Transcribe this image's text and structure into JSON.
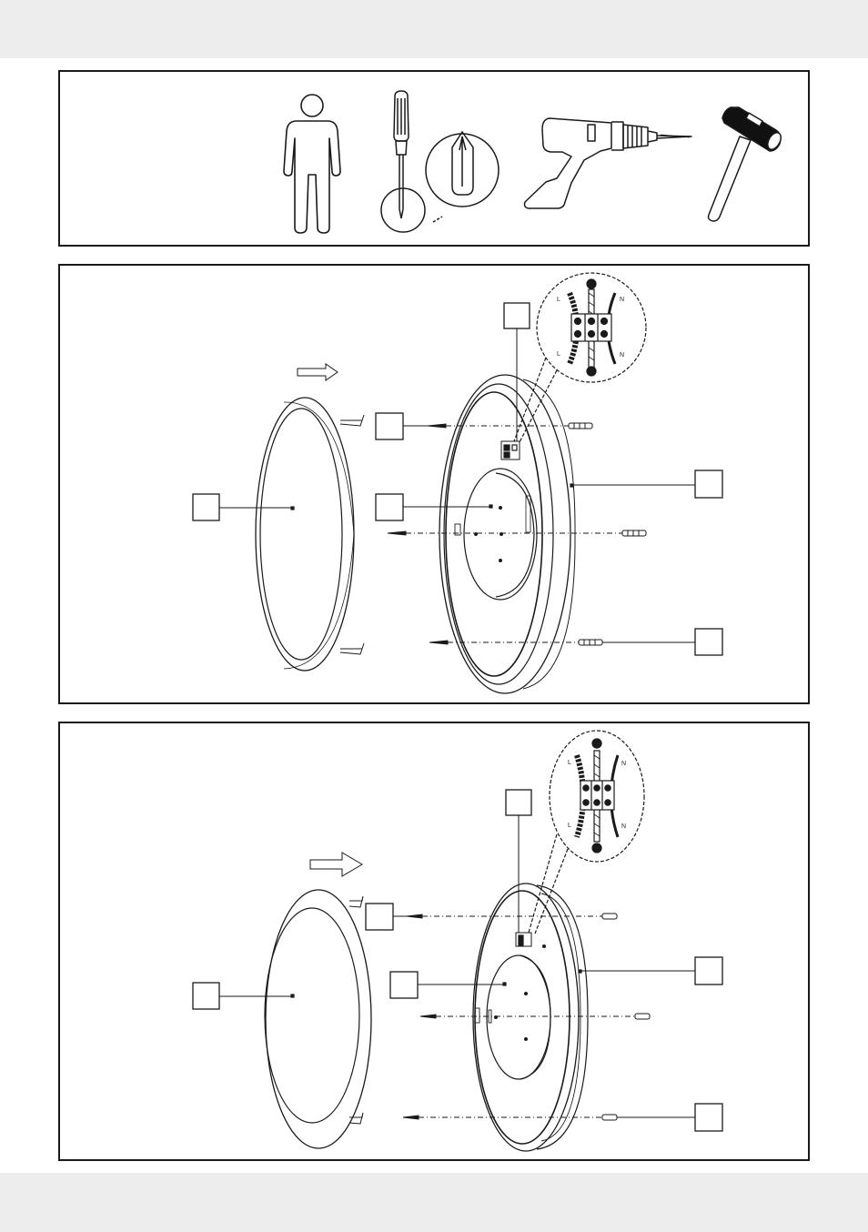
{
  "header_band": {},
  "tools_panel": {
    "tools": [
      "person-icon",
      "phillips-screwdriver-icon",
      "power-drill-icon",
      "hammer-icon"
    ]
  },
  "assembly_figures": [
    {
      "wiring_inset": {
        "top_left": "L",
        "top_right": "N",
        "bottom_left": "L",
        "bottom_right": "N"
      },
      "callouts": [
        "",
        "",
        "",
        "",
        "",
        ""
      ]
    },
    {
      "wiring_inset": {
        "top_left": "L",
        "top_right": "N",
        "bottom_left": "L",
        "bottom_right": "N"
      },
      "callouts": [
        "",
        "",
        "",
        "",
        "",
        ""
      ]
    }
  ],
  "footer_band": {}
}
